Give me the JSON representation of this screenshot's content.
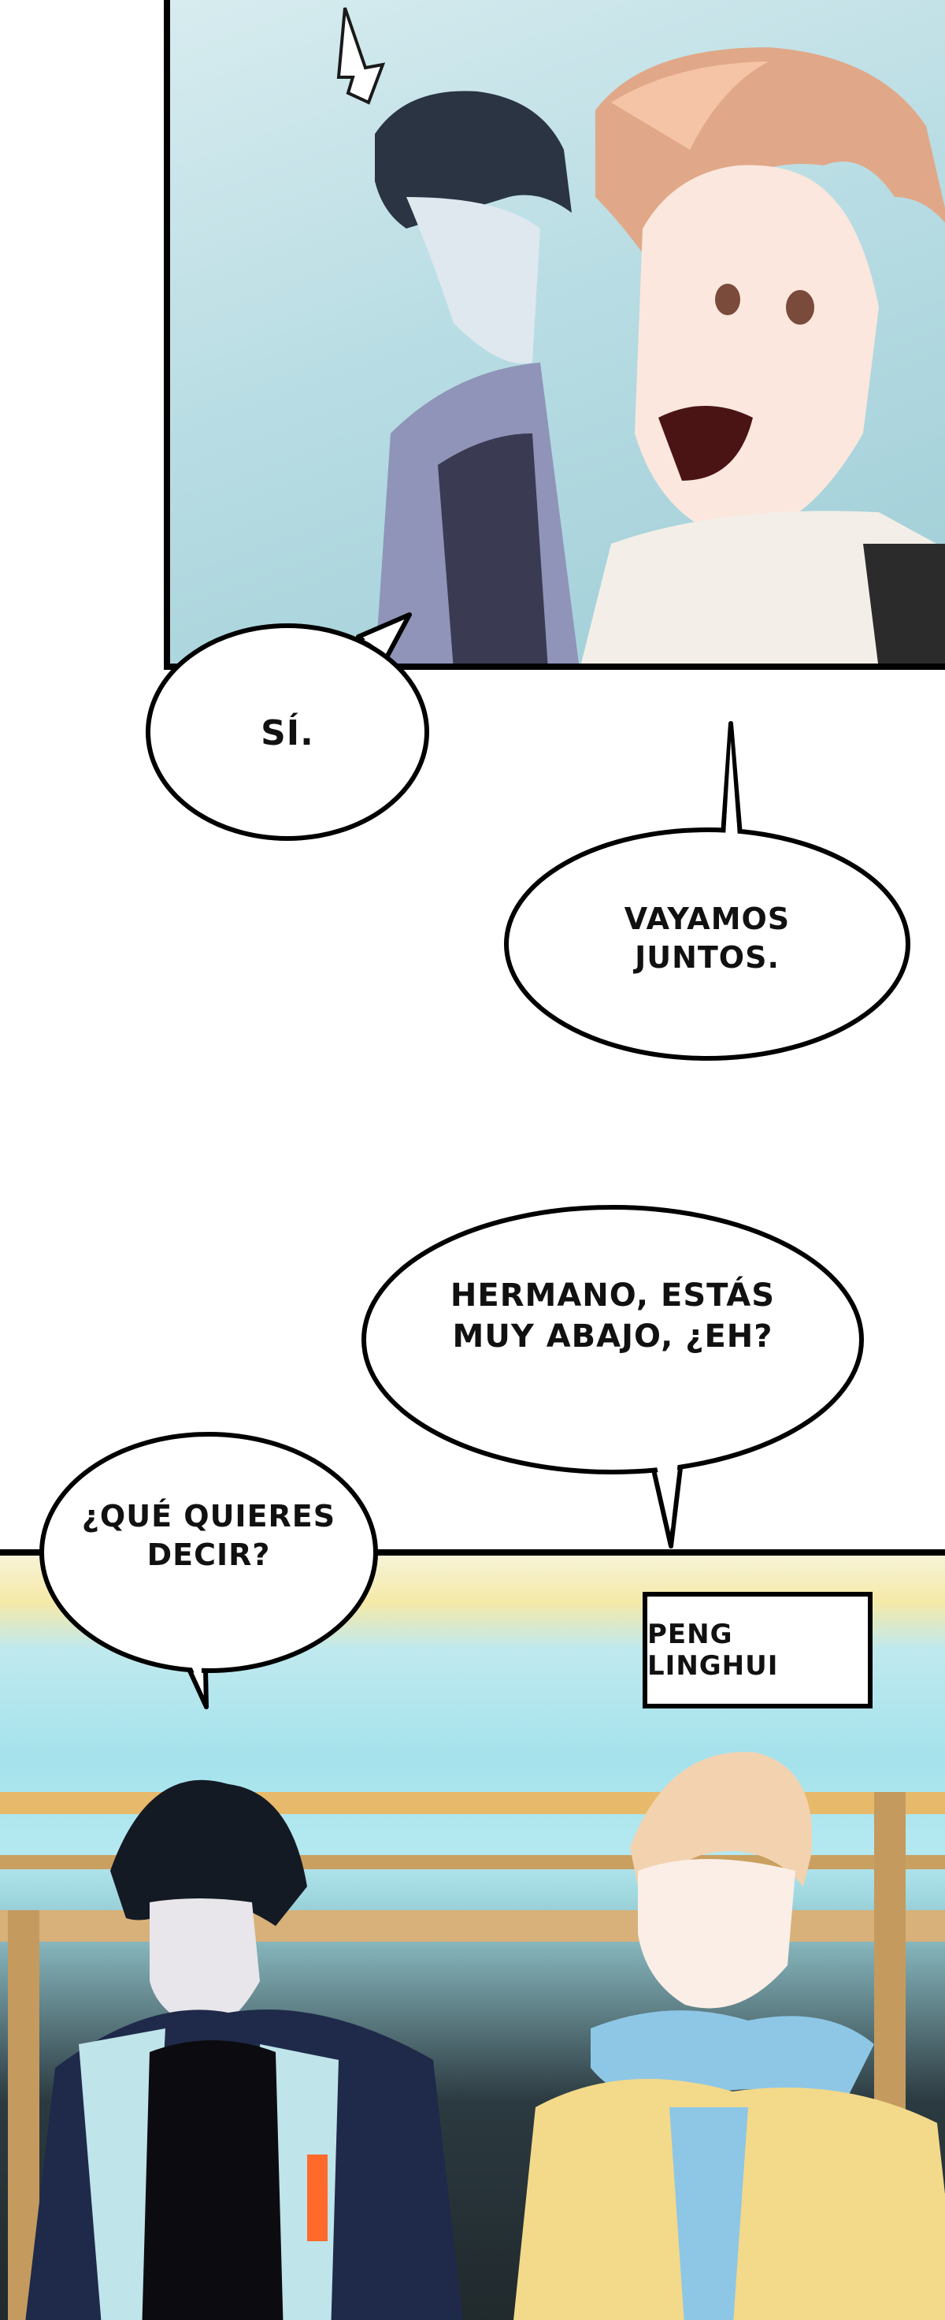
{
  "speech_bubbles": [
    {
      "id": "si",
      "text": "SÍ."
    },
    {
      "id": "vayamos",
      "text": "VAYAMOS\nJUNTOS."
    },
    {
      "id": "hermano",
      "text": "HERMANO, ESTÁS\nMUY ABAJO, ¿EH?"
    },
    {
      "id": "que_quieres",
      "text": "¿QUÉ QUIERES\nDECIR?"
    }
  ],
  "caption": {
    "text": "PENG LINGHUI"
  },
  "colors": {
    "panel_top_sky": "#b9dde4",
    "hair_orange": "#e0a888",
    "hair_dark": "#2a3442",
    "hoodie_blue": "#8ec7e6",
    "hoodie_yellow": "#f3d98a",
    "jacket_dark": "#1f2a4a",
    "jacket_orange": "#ff6a2a"
  }
}
